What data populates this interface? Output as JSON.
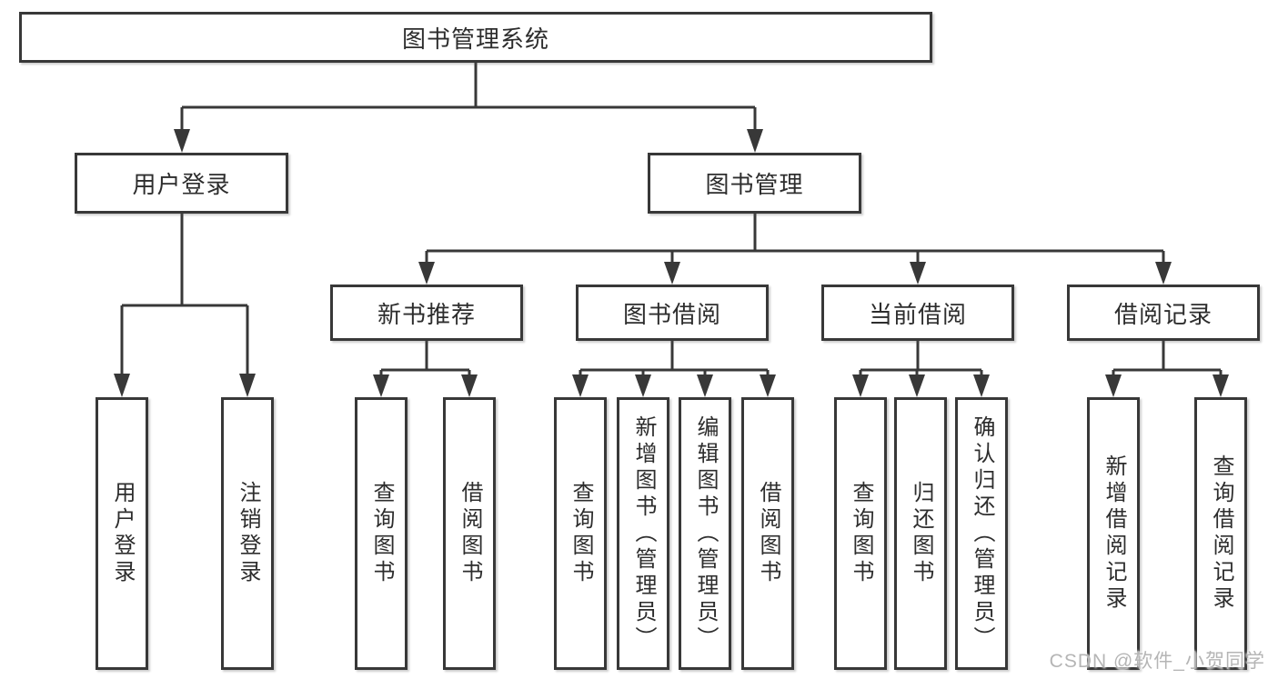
{
  "diagram": {
    "title": "图书管理系统",
    "root": "图书管理系统",
    "user_login": {
      "label": "用户登录",
      "children": [
        "用户登录",
        "注销登录"
      ]
    },
    "book_management": {
      "label": "图书管理",
      "sections": [
        {
          "label": "新书推荐",
          "children": [
            "查询图书",
            "借阅图书"
          ]
        },
        {
          "label": "图书借阅",
          "children": [
            "查询图书",
            "新增图书（管理员）",
            "编辑图书（管理员）",
            "借阅图书"
          ]
        },
        {
          "label": "当前借阅",
          "children": [
            "查询图书",
            "归还图书",
            "确认归还（管理员）"
          ]
        },
        {
          "label": "借阅记录",
          "children": [
            "新增借阅记录",
            "查询借阅记录"
          ]
        }
      ]
    }
  },
  "watermark": "CSDN @软件_小贺同学",
  "colors": {
    "line": "#383838",
    "box_border": "#383838",
    "text": "#2d2d2d",
    "watermark": "#b5b5b5",
    "background": "#ffffff"
  }
}
